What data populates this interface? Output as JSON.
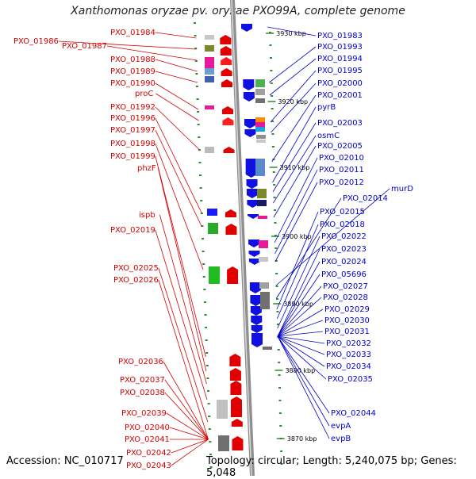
{
  "title": "Xanthomonas oryzae pv. oryzae PXO99A, complete genome",
  "footer": {
    "accession": "Accession: NC_010717",
    "summary": "Topology: circular; Length: 5,240,075 bp; Genes: 5,048"
  },
  "colors": {
    "left_label": "#d40000",
    "right_label": "#0000c8",
    "tick": "#2e8b2e",
    "backbone": "#9a9a9a"
  },
  "kbp_markers": [
    "3930 kbp",
    "3920 kbp",
    "3910 kbp",
    "3900 kbp",
    "3890 kbp",
    "3880 kbp",
    "3870 kbp"
  ],
  "left_labels": [
    "PXO_01984",
    "PXO_01986",
    "PXO_01987",
    "PXO_01988",
    "PXO_01989",
    "PXO_01990",
    "proC",
    "PXO_01992",
    "PXO_01996",
    "PXO_01997",
    "PXO_01998",
    "PXO_01999",
    "phzF",
    "ispb",
    "PXO_02019",
    "PXO_02025",
    "PXO_02026",
    "PXO_02036",
    "PXO_02037",
    "PXO_02038",
    "PXO_02039",
    "PXO_02040",
    "PXO_02041",
    "PXO_02042",
    "PXO_02043"
  ],
  "right_labels": [
    "PXO_01983",
    "PXO_01993",
    "PXO_01994",
    "PXO_01995",
    "PXO_02000",
    "PXO_02001",
    "pyrB",
    "PXO_02003",
    "osmC",
    "PXO_02005",
    "PXO_02010",
    "PXO_02011",
    "PXO_02012",
    "murD",
    "PXO_02014",
    "PXO_02015",
    "PXO_02018",
    "PXO_02022",
    "PXO_02023",
    "PXO_02024",
    "PXO_05696",
    "PXO_02027",
    "PXO_02028",
    "PXO_02029",
    "PXO_02030",
    "PXO_02031",
    "PXO_02032",
    "PXO_02033",
    "PXO_02034",
    "PXO_02035",
    "PXO_02044",
    "evpA",
    "evpB"
  ]
}
